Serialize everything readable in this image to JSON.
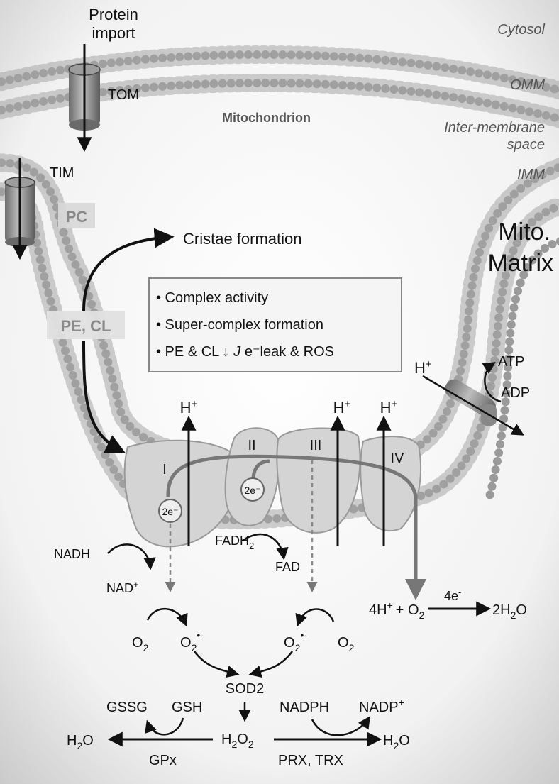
{
  "regions": {
    "cytosol": "Cytosol",
    "omm": "OMM",
    "intermembrane_1": "Inter-membrane",
    "intermembrane_2": "space",
    "imm": "IMM",
    "matrix_1": "Mito.",
    "matrix_2": "Matrix",
    "mitochondrion": "Mitochondrion"
  },
  "import": {
    "label_1": "Protein",
    "label_2": "import",
    "tom": "TOM",
    "tim": "TIM"
  },
  "lipids": {
    "pc": "PC",
    "pe_cl": "PE, CL",
    "cristae": "Cristae formation"
  },
  "effects_box": {
    "items": [
      "• Complex activity",
      "• Super-complex formation",
      "• PE & CL"
    ],
    "item3_arrow": "↓",
    "item3_j": "J",
    "item3_rest": " e⁻leak & ROS"
  },
  "complexes": {
    "c1": "I",
    "c2": "II",
    "c3": "III",
    "c4": "IV",
    "electrons": "2e⁻",
    "proton": "H",
    "proton_sup": "+"
  },
  "atp_synthase": {
    "proton": "H",
    "proton_sup": "+",
    "atp": "ATP",
    "adp": "ADP"
  },
  "substrates": {
    "nadh": "NADH",
    "nad": "NAD",
    "nad_sup": "+",
    "fadh": "FADH",
    "fadh_sub": "2",
    "fad": "FAD",
    "reduction_left": "4H",
    "reduction_plus": "+ O",
    "reduction_sub": "2",
    "four_e": "4e",
    "four_e_sup": "-",
    "water": "2H",
    "water_sub": "2",
    "water_o": "O"
  },
  "ros": {
    "o2": "O",
    "o2_sub": "2",
    "superoxide_sup": "•-",
    "sod2": "SOD2",
    "gssg": "GSSG",
    "gsh": "GSH",
    "nadph": "NADPH",
    "nadp": "NADP",
    "nadp_sup": "+",
    "h2o2_h": "H",
    "h2o2_sub1": "2",
    "h2o2_o": "O",
    "h2o2_sub2": "2",
    "h2o_h": "H",
    "h2o_sub": "2",
    "h2o_o": "O",
    "gpx": "GPx",
    "prx_trx": "PRX, TRX"
  }
}
